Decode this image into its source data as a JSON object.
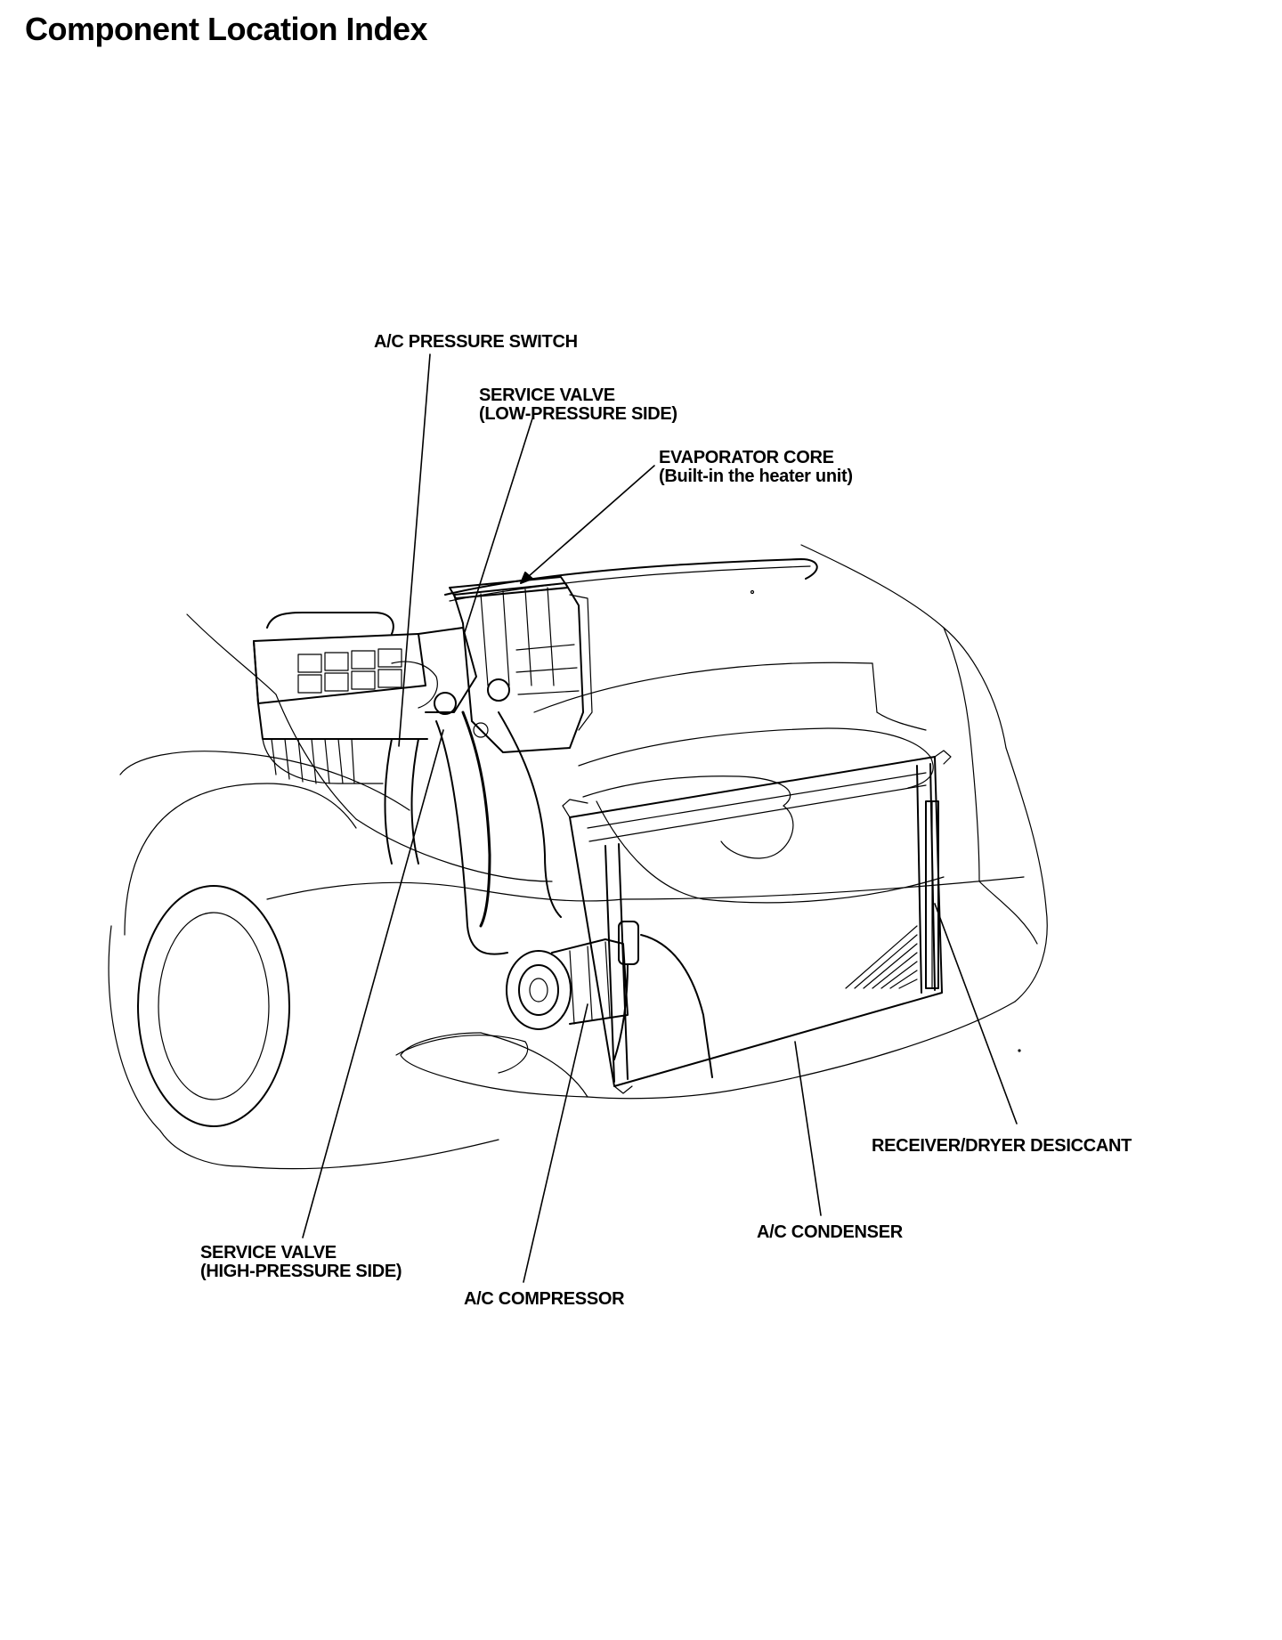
{
  "page": {
    "title": "Component Location Index"
  },
  "callouts": {
    "ac_pressure_switch": [
      "A/C PRESSURE SWITCH"
    ],
    "service_valve_low": [
      "SERVICE VALVE",
      "(LOW-PRESSURE SIDE)"
    ],
    "evaporator_core": [
      "EVAPORATOR CORE",
      "(Built-in the heater unit)"
    ],
    "receiver_dryer": [
      "RECEIVER/DRYER DESICCANT"
    ],
    "ac_condenser": [
      "A/C CONDENSER"
    ],
    "service_valve_high": [
      "SERVICE VALVE",
      "(HIGH-PRESSURE SIDE)"
    ],
    "ac_compressor": [
      "A/C COMPRESSOR"
    ]
  },
  "colors": {
    "ink": "#000000",
    "paper": "#ffffff"
  }
}
